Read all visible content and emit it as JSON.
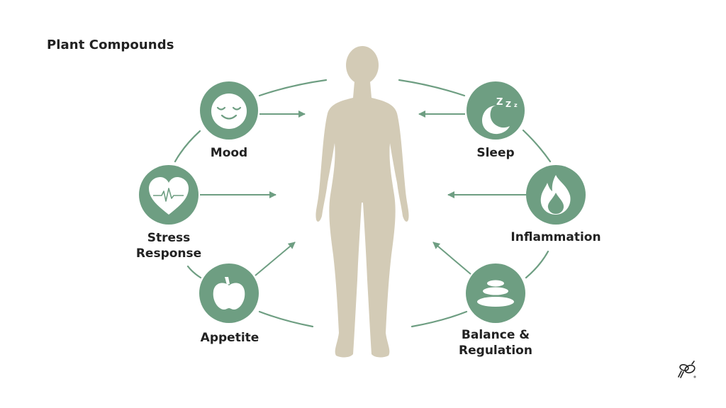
{
  "title": "Plant Compounds",
  "colors": {
    "accent": "#6e9e82",
    "body": "#d3cbb6",
    "text": "#222222",
    "icon": "#ffffff"
  },
  "center": {
    "figure": "human-female-silhouette"
  },
  "nodes": [
    {
      "id": "mood",
      "label": "Mood",
      "icon": "smiling-face-icon",
      "side": "left",
      "arrow": "toward-body"
    },
    {
      "id": "stress",
      "label_line1": "Stress",
      "label_line2": "Response",
      "icon": "heart-pulse-icon",
      "side": "left",
      "arrow": "toward-body"
    },
    {
      "id": "appetite",
      "label": "Appetite",
      "icon": "apple-icon",
      "side": "left",
      "arrow": "toward-body"
    },
    {
      "id": "sleep",
      "label": "Sleep",
      "icon": "moon-zzz-icon",
      "side": "right",
      "arrow": "toward-body",
      "zzz": [
        "Z",
        "Z",
        "z"
      ]
    },
    {
      "id": "inflammation",
      "label": "Inflammation",
      "icon": "flame-icon",
      "side": "right",
      "arrow": "toward-body"
    },
    {
      "id": "balance",
      "label_line1": "Balance &",
      "label_line2": "Regulation",
      "icon": "stacked-stones-icon",
      "side": "right",
      "arrow": "toward-body"
    }
  ],
  "logo": {
    "icon": "bee-logo-icon",
    "mark": "®"
  }
}
